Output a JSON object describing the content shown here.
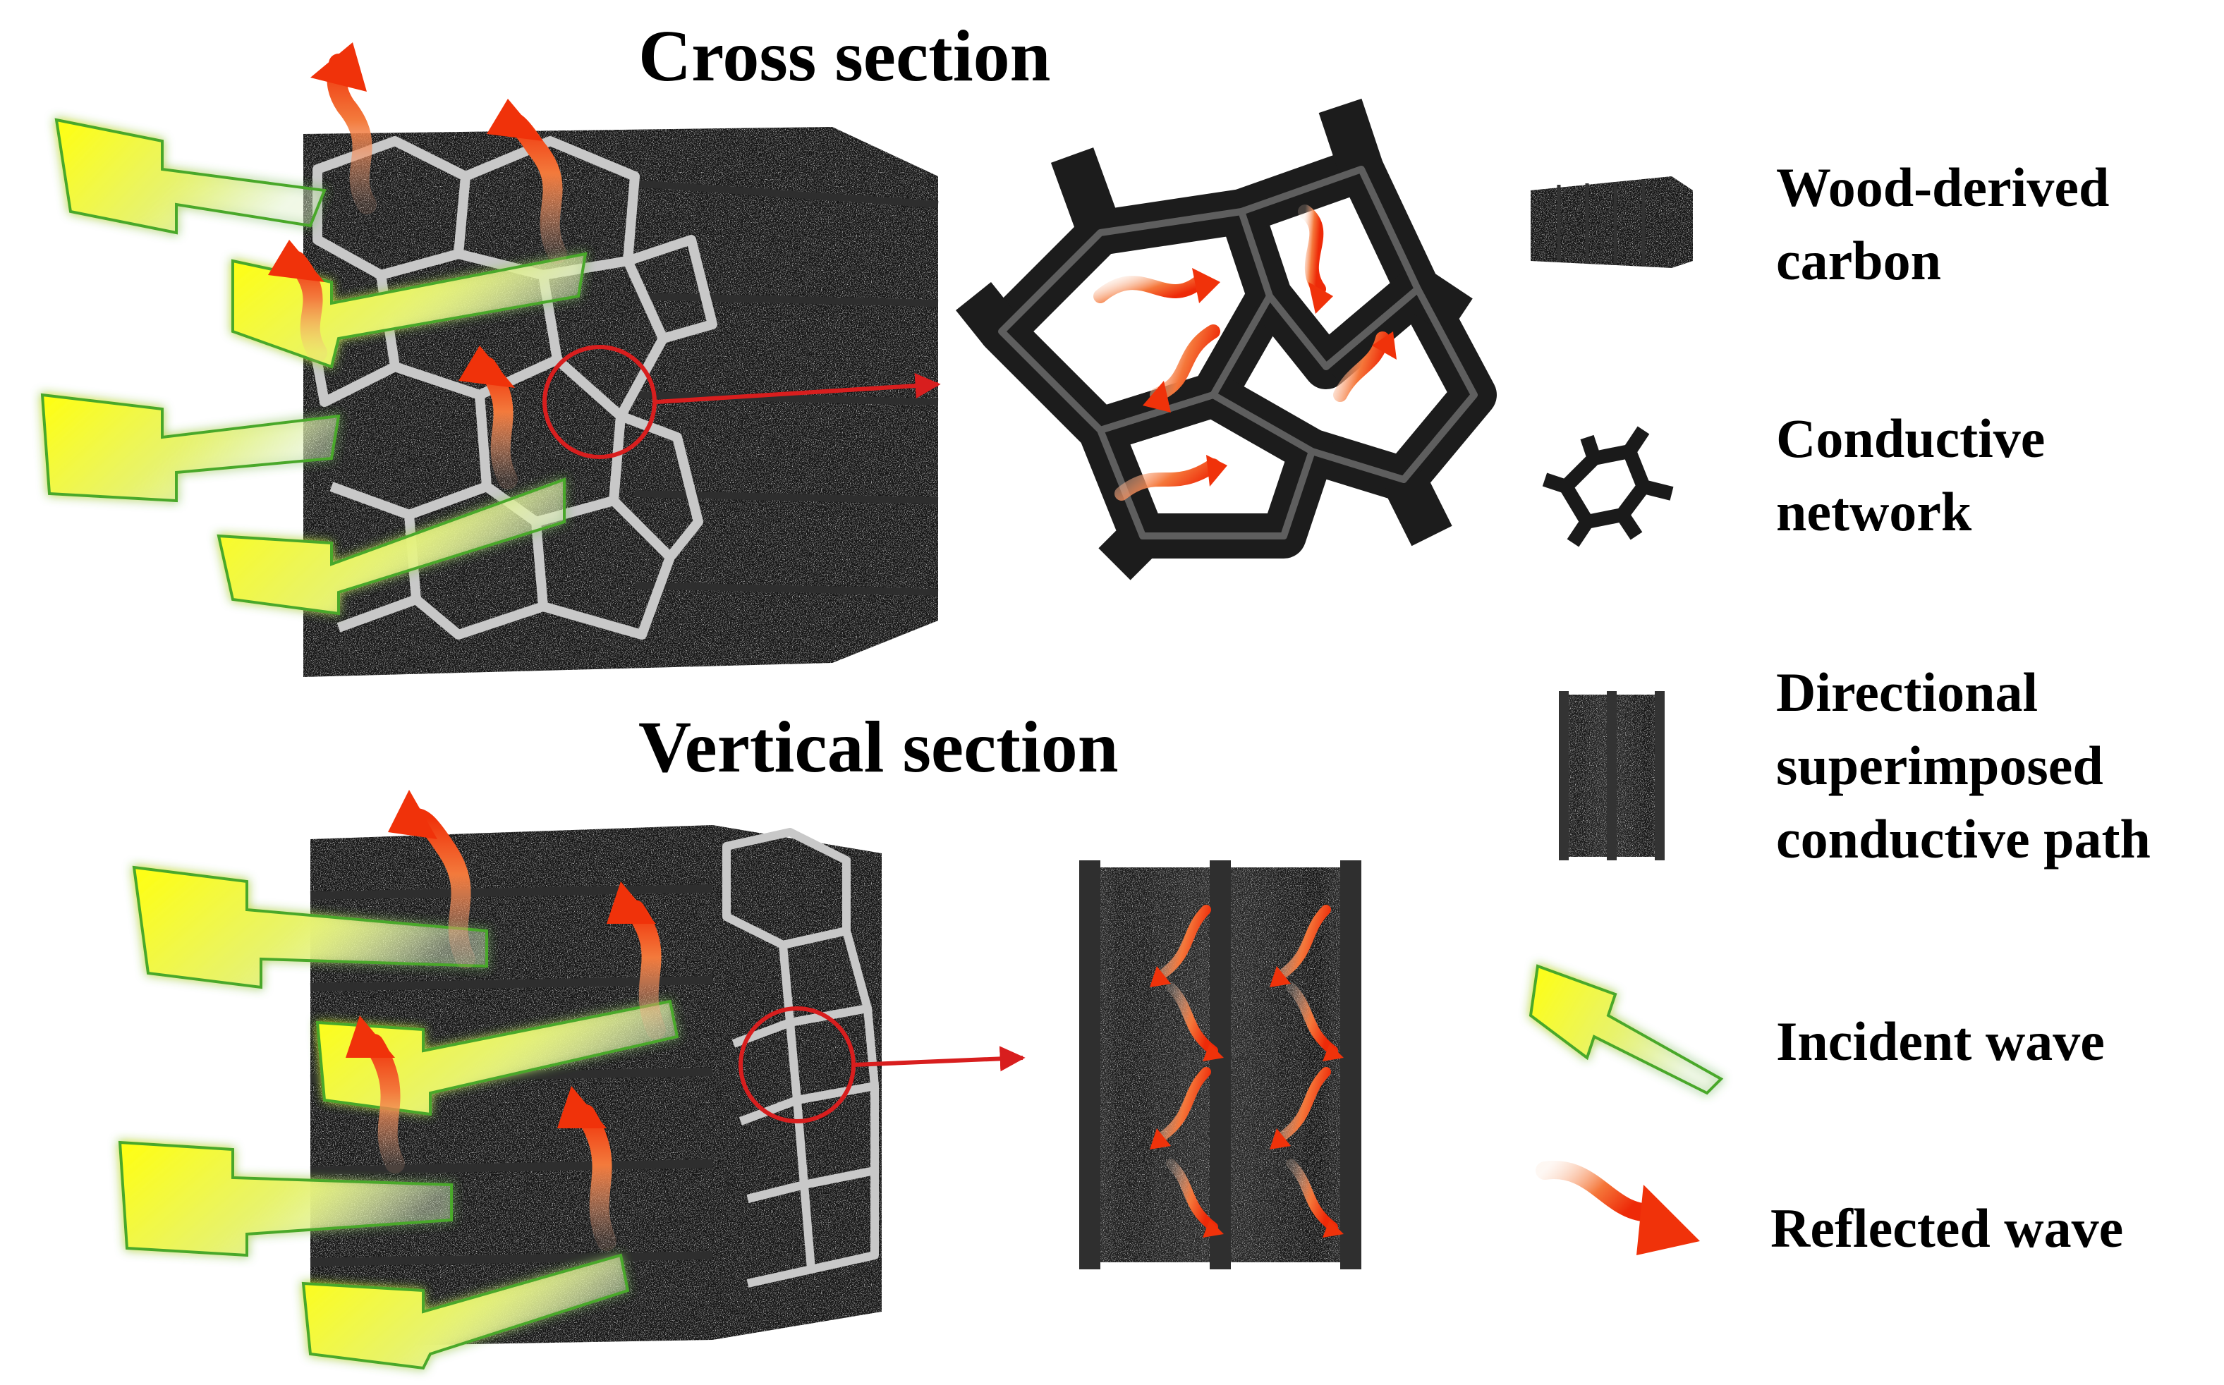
{
  "titles": {
    "cross": "Cross section",
    "vertical": "Vertical section"
  },
  "legend": {
    "wood_carbon": [
      "Wood-derived",
      "carbon"
    ],
    "conductive_network": [
      "Conductive",
      "network"
    ],
    "directional_path": [
      "Directional",
      "superimposed",
      "conductive path"
    ],
    "incident_wave": [
      "Incident wave"
    ],
    "reflected_wave": [
      "Reflected wave"
    ]
  },
  "icons": {
    "wood_carbon": "wood-carbon-block-icon",
    "conductive_network": "conductive-network-icon",
    "directional_path": "directional-channel-icon",
    "incident_wave": "lightning-bolt-icon",
    "reflected_wave": "wavy-arrow-icon"
  },
  "colors": {
    "carbon": "#141414",
    "cell_wall": "#bdbdbd",
    "incident": "#f3f31a",
    "incident_glow": "#3fae2a",
    "reflected": "#f03a0c",
    "callout": "#d81e1e"
  }
}
